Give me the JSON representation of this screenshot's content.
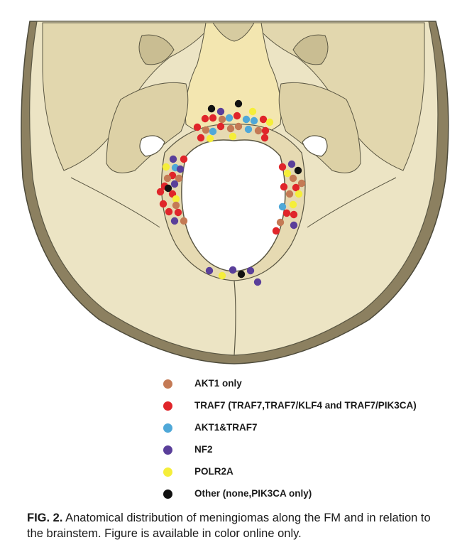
{
  "legend": {
    "items": [
      {
        "key": "akt1",
        "label": "AKT1 only",
        "color": "#c47a55"
      },
      {
        "key": "traf7",
        "label": "TRAF7 (TRAF7,TRAF7/KLF4 and TRAF7/PIK3CA)",
        "color": "#e0252a"
      },
      {
        "key": "akt1traf7",
        "label": "AKT1&TRAF7",
        "color": "#4fa8d8"
      },
      {
        "key": "nf2",
        "label": "NF2",
        "color": "#5a3f9a"
      },
      {
        "key": "polr2a",
        "label": "POLR2A",
        "color": "#f5ee3a"
      },
      {
        "key": "other",
        "label": "Other (none,PIK3CA only)",
        "color": "#111111"
      }
    ]
  },
  "caption": {
    "label": "FIG. 2.",
    "text": " Anatomical distribution of meningiomas along the FM and in relation to the brainstem. Figure is available in color online only."
  },
  "colors": {
    "bone": "#ece4c4",
    "bone_shadow": "#cdc29a",
    "outline": "#5b5743",
    "cavity": "#ffffff",
    "clivus": "#f3e6b0"
  }
}
